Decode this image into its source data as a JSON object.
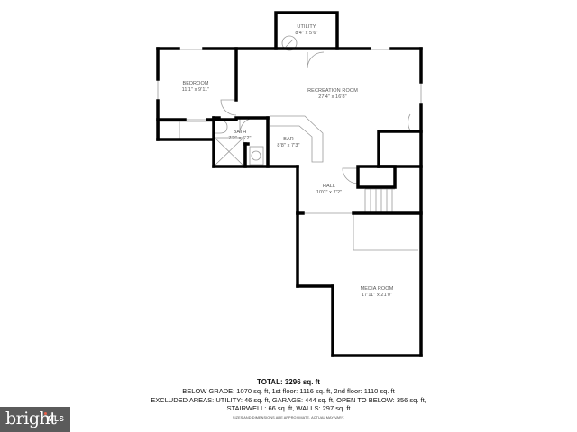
{
  "floor_plan": {
    "rooms": [
      {
        "name": "UTILITY",
        "dimensions": "8'4\" x 5'6\""
      },
      {
        "name": "BEDROOM",
        "dimensions": "11'1\" x 9'11\""
      },
      {
        "name": "RECREATION ROOM",
        "dimensions": "27'4\" x 16'8\""
      },
      {
        "name": "BATH",
        "dimensions": "7'2\" x 6'2\""
      },
      {
        "name": "BAR",
        "dimensions": "8'8\" x 7'3\""
      },
      {
        "name": "HALL",
        "dimensions": "10'0\" x 7'2\""
      },
      {
        "name": "MEDIA ROOM",
        "dimensions": "17'11\" x 21'0\""
      }
    ]
  },
  "summary": {
    "total": "TOTAL: 3296 sq. ft",
    "line1": "BELOW GRADE: 1070 sq. ft, 1st floor: 1116 sq. ft, 2nd floor: 1110 sq. ft",
    "line2": "EXCLUDED AREAS: UTILITY: 46 sq. ft, GARAGE: 444 sq. ft, OPEN TO BELOW: 356 sq. ft,",
    "line3": "STAIRWELL: 66 sq. ft, WALLS: 297 sq. ft",
    "disclaimer": "SIZES AND DIMENSIONS ARE APPROXIMATE, ACTUAL MAY VARY."
  },
  "logo": {
    "brand": "bright",
    "suffix": "MLS",
    "accent_color": "#e8604a",
    "background_color": "#5b5b5b"
  },
  "colors": {
    "wall": "#000000",
    "thin_line": "#9a9a9a",
    "label_text": "#555555"
  }
}
